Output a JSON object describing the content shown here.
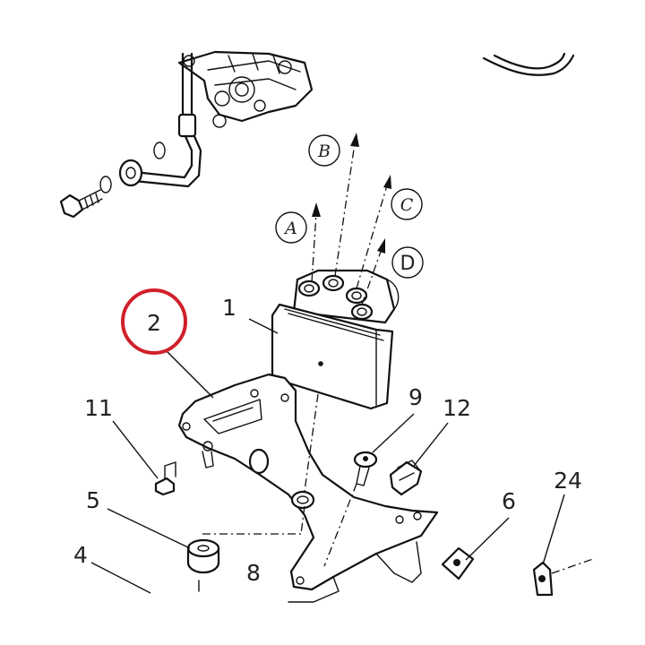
{
  "diagram": {
    "callouts": {
      "p1": "1",
      "p2": "2",
      "p4": "4",
      "p5": "5",
      "p6": "6",
      "p8": "8",
      "p9": "9",
      "p11": "11",
      "p12": "12",
      "p24": "24"
    },
    "port_labels": {
      "a": "A",
      "b": "B",
      "c": "C",
      "d": "D"
    },
    "highlight": {
      "part": "2",
      "color": "#d0202a"
    },
    "colors": {
      "line": "#111111",
      "background": "#ffffff"
    }
  }
}
